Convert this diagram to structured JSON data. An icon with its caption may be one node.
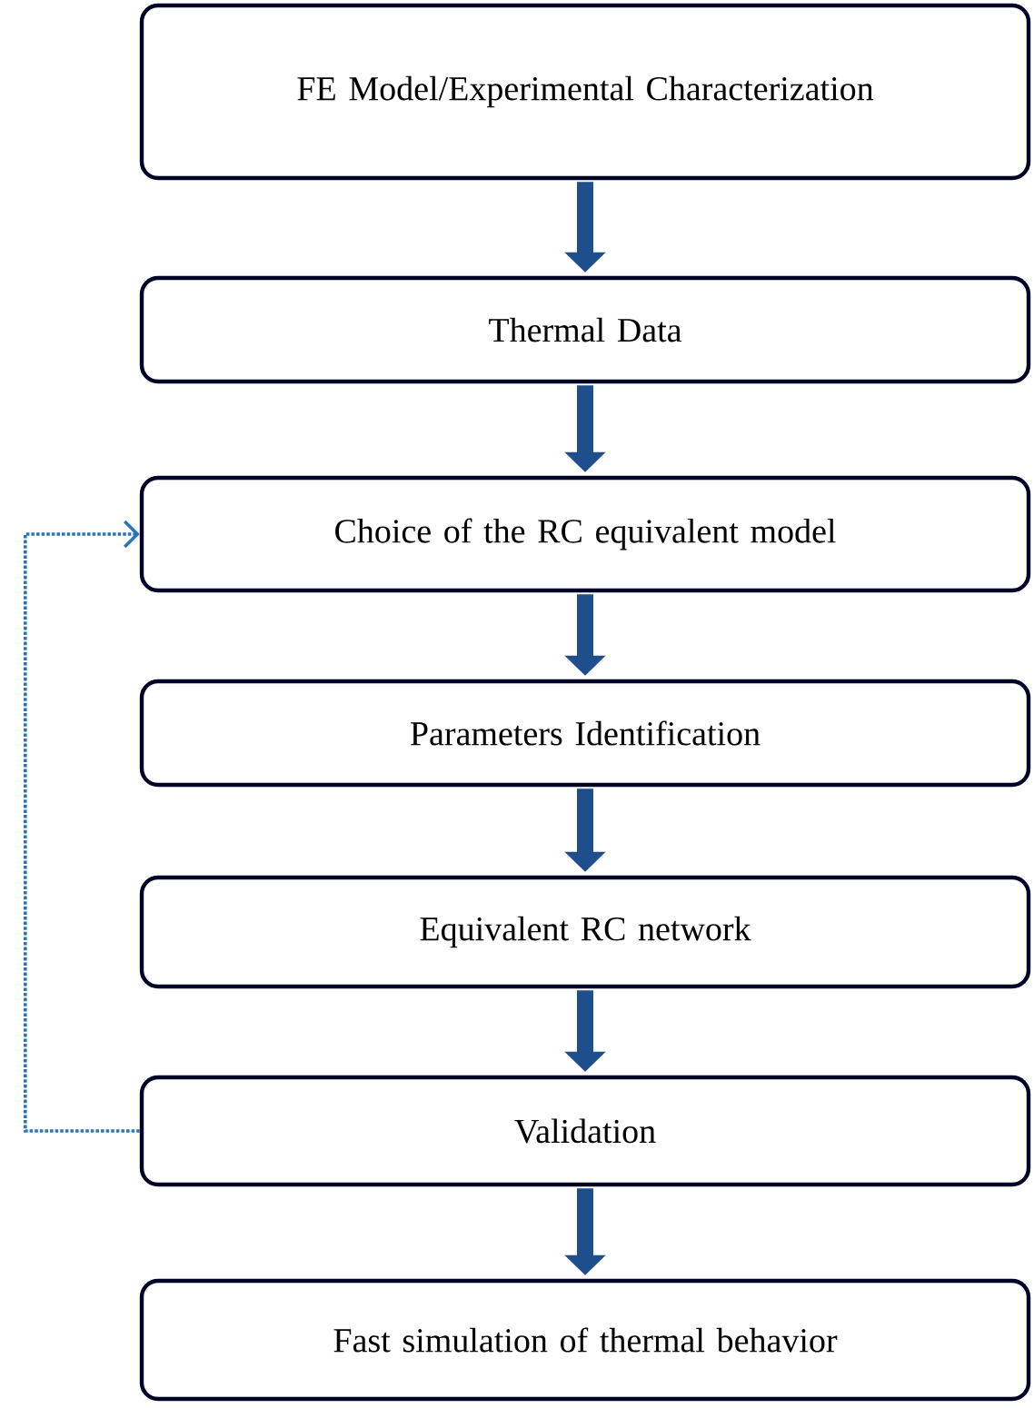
{
  "diagram": {
    "nodes": [
      {
        "text": [
          "FE Model/Experimental Characterization"
        ]
      },
      {
        "text": [
          "Thermal Data"
        ]
      },
      {
        "text": [
          "Choice of the RC equivalent model"
        ]
      },
      {
        "text": [
          "Parameters Identification"
        ]
      },
      {
        "text": [
          "Equivalent RC network"
        ]
      },
      {
        "text": [
          "Validation"
        ]
      },
      {
        "text": [
          "Fast simulation of thermal behavior"
        ]
      }
    ],
    "edges": [
      {
        "from": 0,
        "to": 1,
        "arrow": "to"
      },
      {
        "from": 1,
        "to": 2,
        "arrow": "to"
      },
      {
        "from": 2,
        "to": 3,
        "arrow": "to"
      },
      {
        "from": 3,
        "to": 4,
        "arrow": "to"
      },
      {
        "from": 4,
        "to": 5,
        "arrow": "to"
      },
      {
        "from": 5,
        "to": 6,
        "arrow": "to"
      },
      {
        "from": 5,
        "to": 2,
        "arrow": "to",
        "style": "dashed",
        "color": "#2e75b6"
      }
    ]
  }
}
